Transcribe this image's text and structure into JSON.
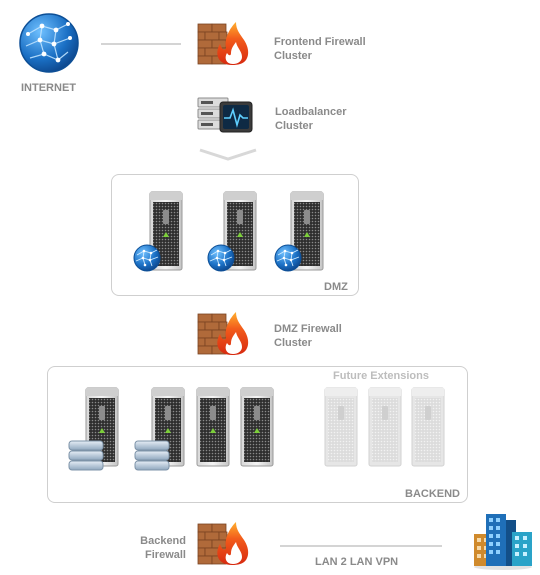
{
  "internet": {
    "label": "INTERNET"
  },
  "frontend_firewall": {
    "line1": "Frontend Firewall",
    "line2": "Cluster"
  },
  "loadbalancer": {
    "line1": "Loadbalancer",
    "line2": "Cluster"
  },
  "dmz": {
    "label": "DMZ"
  },
  "dmz_firewall": {
    "line1": "DMZ Firewall",
    "line2": "Cluster"
  },
  "backend": {
    "label": "BACKEND",
    "future_label": "Future Extensions"
  },
  "backend_firewall": {
    "line1": "Backend",
    "line2": "Firewall"
  },
  "vpn": {
    "label": "LAN 2 LAN VPN"
  },
  "colors": {
    "fire": "#e8401c",
    "brick": "#b06a3a",
    "globe": "#1a6fc4",
    "server": "#4a4a4a",
    "text": "#8a8a8a"
  }
}
